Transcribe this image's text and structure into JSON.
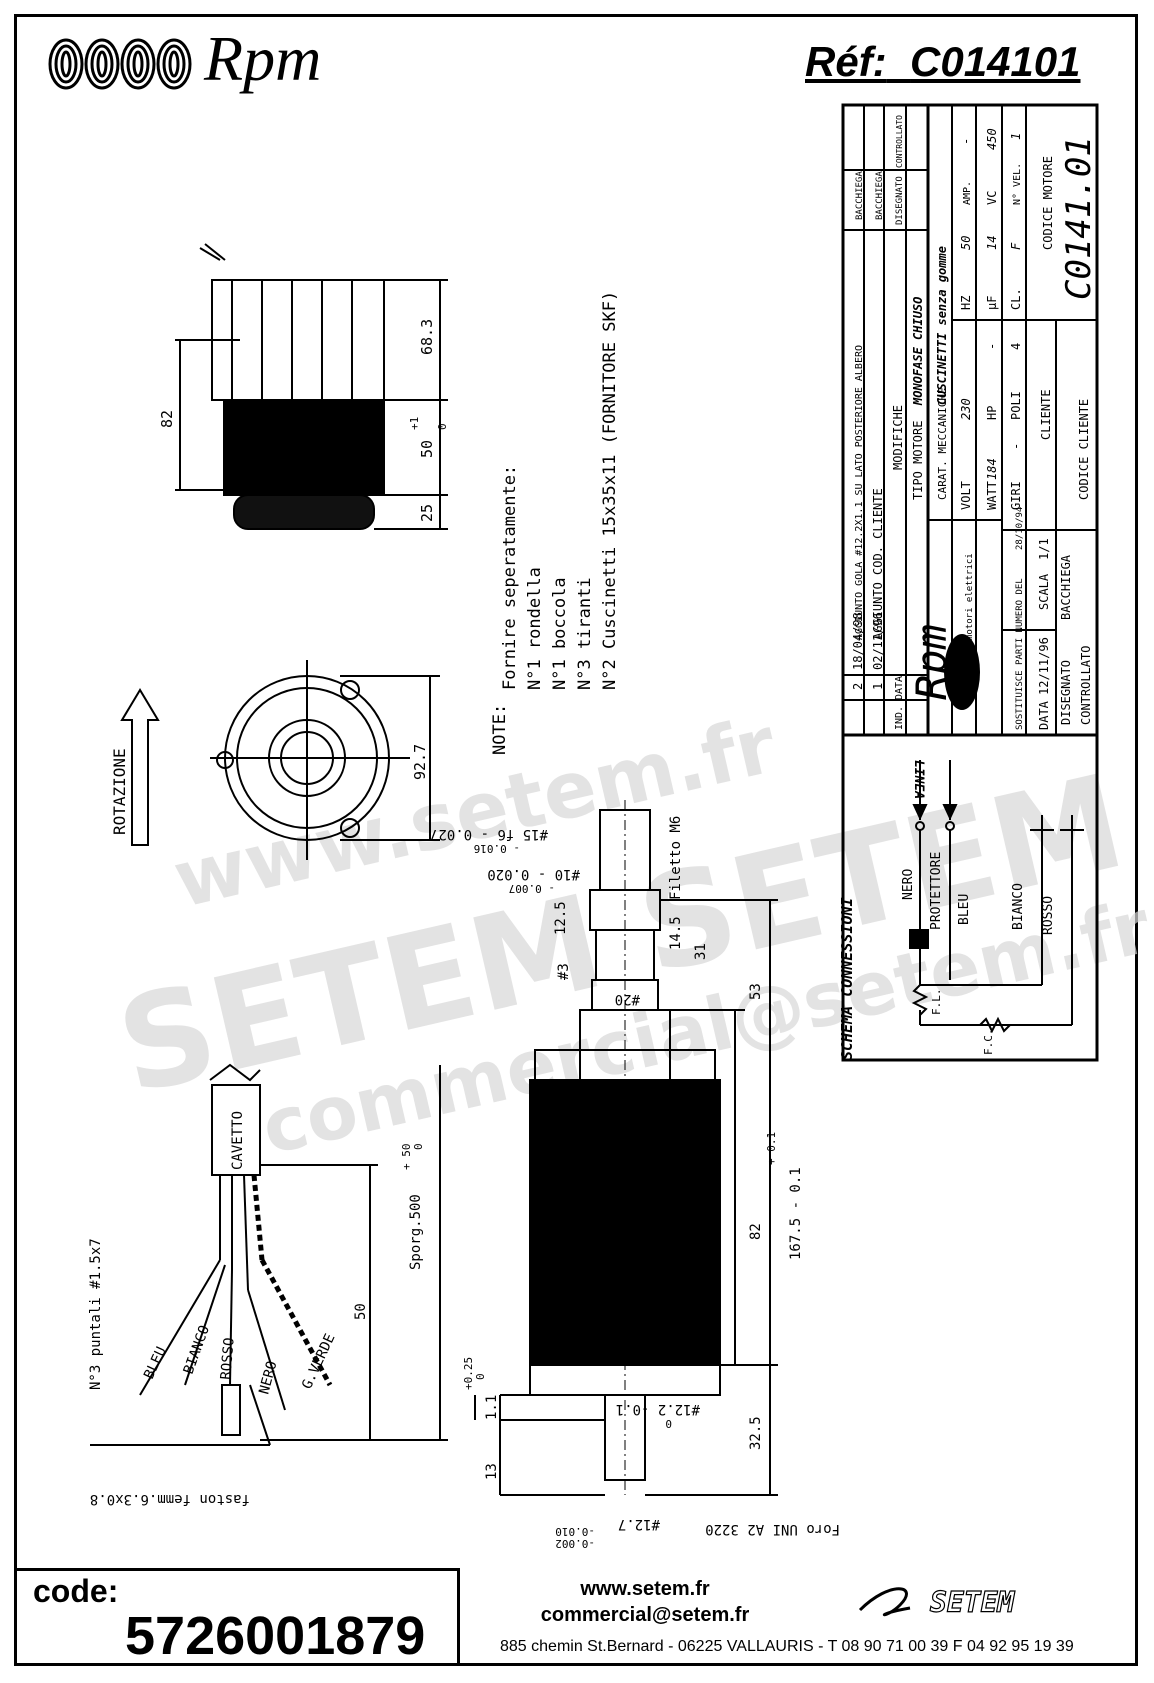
{
  "header": {
    "brand": "Rpm",
    "ref_label": "Réf:",
    "ref_value": "C014101"
  },
  "titleblock": {
    "rev_rows": [
      {
        "num": "2",
        "date": "18/04/98",
        "text": "AGGIUNTO GOLA #12.2X1.1 SU LATO POSTERIORE ALBERO",
        "by": "BACCHIEGA"
      },
      {
        "num": "1",
        "date": "02/11/96",
        "text": "AGGIUNTO COD. CLIENTE",
        "by": "BACCHIEGA"
      }
    ],
    "rev_headers": {
      "num": "IND.",
      "date": "DATA",
      "text": "MODIFICHE",
      "by": "DISEGNATO",
      "check": "CONTROLLATO"
    },
    "brand_small": "Rpm",
    "brand_sub": "motori elettrici",
    "tipo_motore_label": "TIPO MOTORE",
    "tipo_motore": "MONOFASE CHIUSO",
    "carat_label": "CARAT. MECCANICHE",
    "carat": "CUSCINETTI senza gomme",
    "volt_label": "VOLT",
    "volt": "230",
    "hz_label": "HZ",
    "hz": "50",
    "amp_label": "AMP.",
    "amp": "-",
    "watt_label": "WATT",
    "watt": "184",
    "hp_label": "HP",
    "hp": "-",
    "uf_label": "µF",
    "uf": "14",
    "vc_label": "VC",
    "vc": "450",
    "giri_label": "GIRI",
    "giri": "-",
    "poli_label": "POLI",
    "poli": "4",
    "cl_label": "CL.",
    "cl": "F",
    "nvel_label": "N° VEL.",
    "nvel": "1",
    "sostituisce": "SOSTITUISCE PARTI NUMERO DEL",
    "sost_date": "28/10/94",
    "data_label": "DATA",
    "data": "12/11/96",
    "scala_label": "SCALA",
    "scala": "1/1",
    "disegnato_label": "DISEGNATO",
    "disegnato": "BACCHIEGA",
    "controllato_label": "CONTROLLATO",
    "cliente_label": "CLIENTE",
    "codice_cliente_label": "CODICE CLIENTE",
    "codice_motore_label": "CODICE MOTORE",
    "codice_motore": "C0141.01"
  },
  "schema": {
    "title": "SCHEMA CONNESSIONI",
    "linea": "LINEA",
    "nero": "NERO",
    "protettore": "PROTETTORE",
    "bleu": "BLEU",
    "bianco": "BIANCO",
    "rosso": "ROSSO",
    "fl": "F.L.",
    "fc": "F.C."
  },
  "notes": {
    "title": "NOTE:",
    "lines": [
      "Fornire seperatamente:",
      "N°1 rondella",
      "N°1 boccola",
      "N°3 tiranti",
      "N°2 Cuscinetti 15x35x11 (FORNITORE SKF)"
    ]
  },
  "drawing": {
    "rotazione": "ROTAZIONE",
    "dims_top": [
      "68.3",
      "82",
      "50",
      "+1",
      "0",
      "25"
    ],
    "dim_round": "92.7",
    "shaft_dims": {
      "d15": "#15 f6 - 0.027",
      "d15_tol": "- 0.016",
      "d10": "#10 - 0.020",
      "d10_tol": "- 0.007",
      "filetto": "Filetto M6",
      "d12_5": "12.5",
      "d14_5": "14.5",
      "d3": "#3",
      "d31": "31",
      "d20": "#20",
      "d53": "53",
      "d82": "82",
      "d82_tol": "+ 0.1",
      "total": "167.5 - 0.1",
      "d32_5": "32.5",
      "d12_2": "#12.2 -0.1",
      "d12_2_tol": "0",
      "d1_1": "1.1",
      "d1_1_tol": "+0.25",
      "d1_1_tol2": "0",
      "d13": "13",
      "d12_7": "#12.7",
      "d12_7_tol": "-0.010",
      "d12_7_tol2": "-0.002",
      "foro": "Foro UNI A2 3220"
    },
    "cable": {
      "cavetto": "CAVETTO",
      "sporg": "Sporg.500",
      "sporg_tol": "+ 50",
      "sporg_tol2": "0",
      "d50": "50",
      "puntali": "N°3 puntali #1.5x7",
      "faston": "faston femm.6.3x0.8",
      "wires": [
        "BLEU",
        "BIANCO",
        "ROSSO",
        "NERO",
        "G.VERDE"
      ]
    }
  },
  "watermark": {
    "line1": "www.setem.fr",
    "line2": "SETEM SETEM",
    "line3": "commercial@setem.fr"
  },
  "footer": {
    "code_label": "code:",
    "code_value": "5726001879",
    "web": "www.setem.fr",
    "email": "commercial@setem.fr",
    "address": "885 chemin St.Bernard  -  06225 VALLAURIS  -  T 08 90 71 00 39   F 04 92 95 19 39",
    "setem_logo": "SETEM"
  }
}
